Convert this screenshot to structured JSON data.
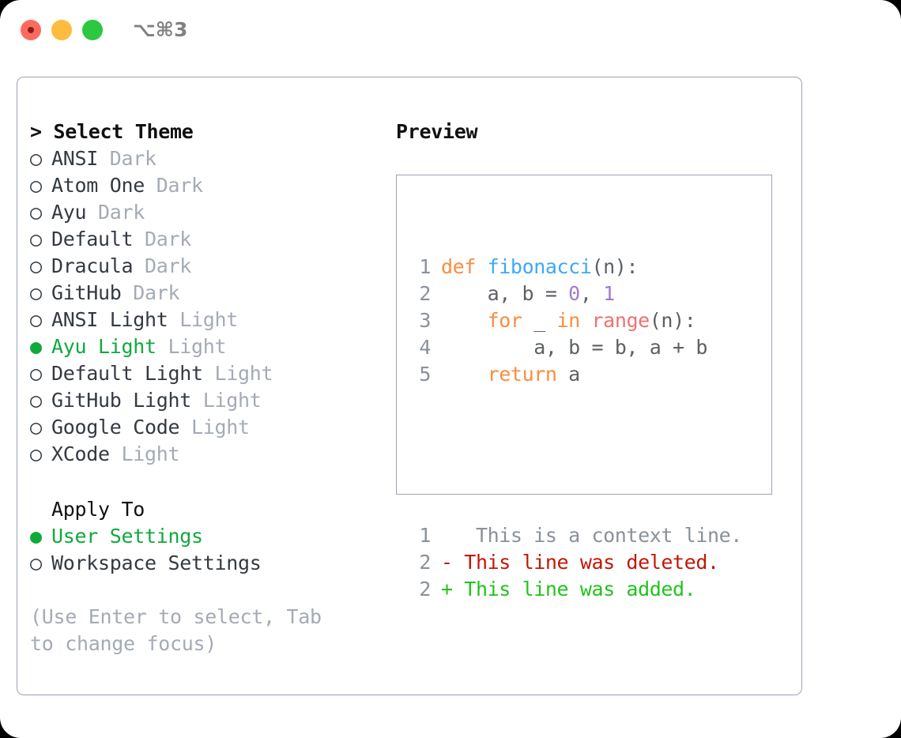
{
  "window": {
    "shortcut_label": "⌥⌘3",
    "traffic_lights": [
      "close",
      "minimize",
      "maximize"
    ]
  },
  "theme_picker": {
    "header": "> Select Theme",
    "marker_selected": "●",
    "marker_unselected": "○",
    "items": [
      {
        "label": "ANSI",
        "tag": "Dark",
        "selected": false
      },
      {
        "label": "Atom One",
        "tag": "Dark",
        "selected": false
      },
      {
        "label": "Ayu",
        "tag": "Dark",
        "selected": false
      },
      {
        "label": "Default",
        "tag": "Dark",
        "selected": false
      },
      {
        "label": "Dracula",
        "tag": "Dark",
        "selected": false
      },
      {
        "label": "GitHub",
        "tag": "Dark",
        "selected": false
      },
      {
        "label": "ANSI Light",
        "tag": "Light",
        "selected": false
      },
      {
        "label": "Ayu Light",
        "tag": "Light",
        "selected": true
      },
      {
        "label": "Default Light",
        "tag": "Light",
        "selected": false
      },
      {
        "label": "GitHub Light",
        "tag": "Light",
        "selected": false
      },
      {
        "label": "Google Code",
        "tag": "Light",
        "selected": false
      },
      {
        "label": "XCode",
        "tag": "Light",
        "selected": false
      }
    ]
  },
  "apply_to": {
    "header": "Apply To",
    "items": [
      {
        "label": "User Settings",
        "selected": true
      },
      {
        "label": "Workspace Settings",
        "selected": false
      }
    ]
  },
  "hint": "(Use Enter to select, Tab to change focus)",
  "preview": {
    "title": "Preview",
    "code_lines": [
      {
        "num": "1",
        "tokens": [
          {
            "t": "def ",
            "c": "kw"
          },
          {
            "t": "fibonacci",
            "c": "fn"
          },
          {
            "t": "(n):",
            "c": "pl"
          }
        ]
      },
      {
        "num": "2",
        "tokens": [
          {
            "t": "    a, b = ",
            "c": "pl"
          },
          {
            "t": "0",
            "c": "num"
          },
          {
            "t": ", ",
            "c": "pl"
          },
          {
            "t": "1",
            "c": "num"
          }
        ]
      },
      {
        "num": "3",
        "tokens": [
          {
            "t": "    ",
            "c": "pl"
          },
          {
            "t": "for",
            "c": "kw"
          },
          {
            "t": " _ ",
            "c": "pl"
          },
          {
            "t": "in",
            "c": "kw"
          },
          {
            "t": " ",
            "c": "pl"
          },
          {
            "t": "range",
            "c": "call"
          },
          {
            "t": "(n):",
            "c": "pl"
          }
        ]
      },
      {
        "num": "4",
        "tokens": [
          {
            "t": "        a, b = b, a + b",
            "c": "pl"
          }
        ]
      },
      {
        "num": "5",
        "tokens": [
          {
            "t": "    ",
            "c": "pl"
          },
          {
            "t": "return",
            "c": "kw"
          },
          {
            "t": " a",
            "c": "pl"
          }
        ]
      }
    ],
    "diff_lines": [
      {
        "num": "1",
        "sign": " ",
        "text": "  This is a context line.",
        "kind": "ctx"
      },
      {
        "num": "2",
        "sign": "-",
        "text": " This line was deleted.",
        "kind": "del"
      },
      {
        "num": "2",
        "sign": "+",
        "text": " This line was added.",
        "kind": "add"
      }
    ]
  },
  "colors": {
    "accent_green": "#10a93c",
    "muted": "#a4abb6",
    "border": "#9aa5b4",
    "keyword": "#fa8d3e",
    "function": "#3ea8f5",
    "number": "#a37acc",
    "call": "#f07171",
    "plain": "#5c6166",
    "line_number": "#8a9199",
    "diff_deleted": "#c21807",
    "diff_added": "#22c41c"
  }
}
